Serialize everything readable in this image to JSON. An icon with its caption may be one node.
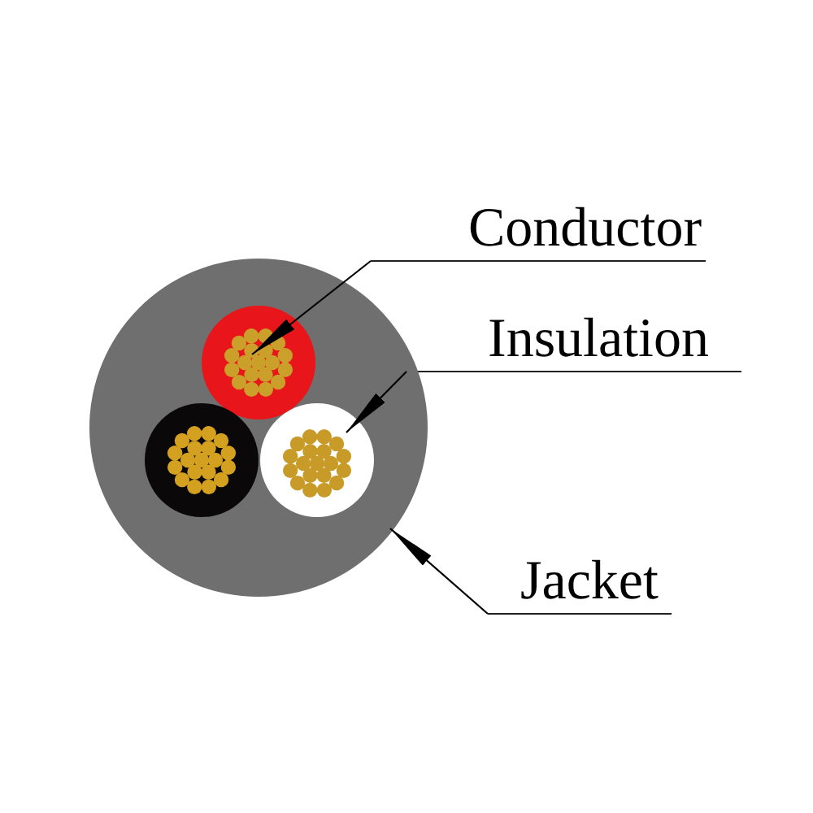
{
  "diagram": {
    "nodes": [
      {
        "text": [
          "Conductor"
        ]
      },
      {
        "text": [
          "Insulation"
        ]
      },
      {
        "text": [
          "Jacket"
        ]
      },
      {
        "text": [],
        "shape": "circle"
      },
      {
        "text": [],
        "shape": "circle",
        "in": 3
      },
      {
        "text": [],
        "shape": "circle",
        "in": 3
      }
    ],
    "edges": [
      {
        "from": 0,
        "to": 4,
        "arrow": "to"
      },
      {
        "from": 1,
        "to": 5,
        "arrow": "to"
      },
      {
        "from": 2,
        "to": 3,
        "arrow": "to"
      }
    ]
  }
}
